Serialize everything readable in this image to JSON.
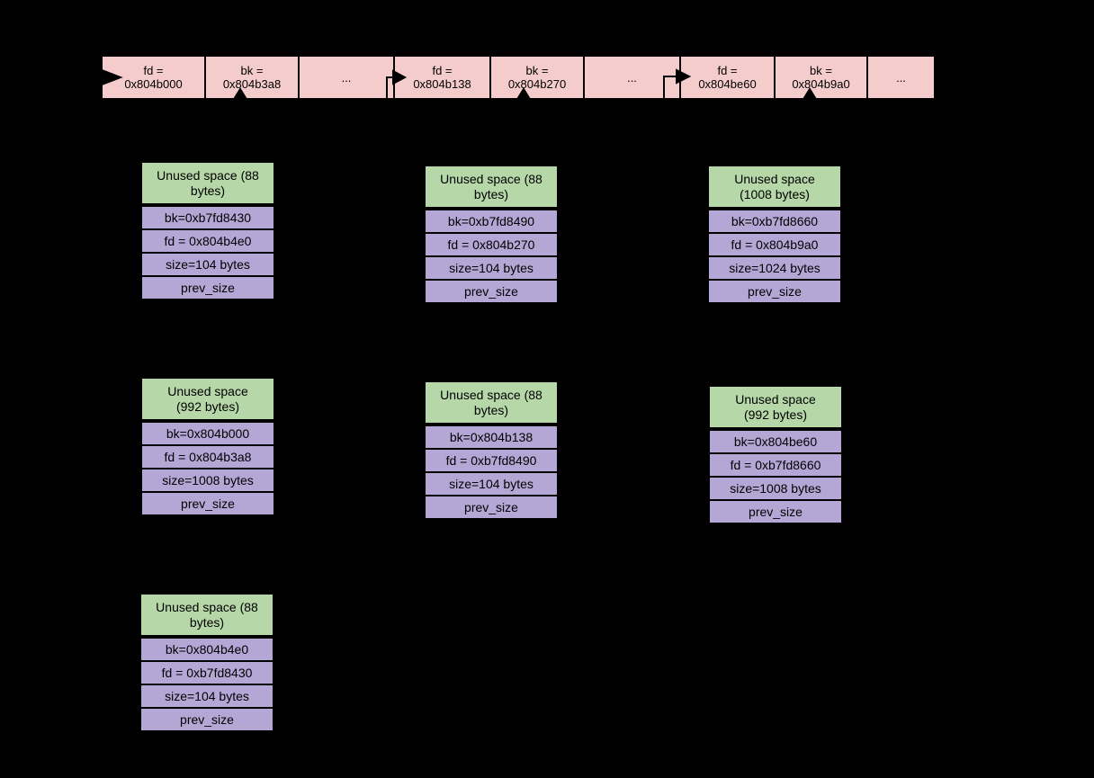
{
  "diagram": {
    "description": "Heap free-chunk doubly linked list diagram (bins with fd/bk pointers and free chunks)",
    "colors": {
      "background": "#000000",
      "bin_cell_fill": "#f4cccc",
      "unused_space_fill": "#b6d7a8",
      "field_fill": "#b4a7d6",
      "border": "#000000",
      "arrow": "#000000"
    },
    "bin_row": {
      "cells": [
        {
          "line1": "fd =",
          "line2": "0x804b000"
        },
        {
          "line1": "bk =",
          "line2": "0x804b3a8"
        },
        {
          "line1": "...",
          "line2": ""
        },
        {
          "line1": "fd =",
          "line2": "0x804b138"
        },
        {
          "line1": "bk =",
          "line2": "0x804b270"
        },
        {
          "line1": "...",
          "line2": ""
        },
        {
          "line1": "fd =",
          "line2": "0x804be60"
        },
        {
          "line1": "bk =",
          "line2": "0x804b9a0"
        },
        {
          "line1": "...",
          "line2": ""
        }
      ]
    },
    "chunks": [
      {
        "header": "Unused space (88\nbytes)",
        "fields": [
          "bk=0xb7fd8430",
          "fd = 0x804b4e0",
          "size=104 bytes",
          "prev_size"
        ]
      },
      {
        "header": "Unused space (88\nbytes)",
        "fields": [
          "bk=0xb7fd8490",
          "fd = 0x804b270",
          "size=104 bytes",
          "prev_size"
        ]
      },
      {
        "header": "Unused space\n(1008 bytes)",
        "fields": [
          "bk=0xb7fd8660",
          "fd = 0x804b9a0",
          "size=1024 bytes",
          "prev_size"
        ]
      },
      {
        "header": "Unused space\n(992 bytes)",
        "fields": [
          "bk=0x804b000",
          "fd = 0x804b3a8",
          "size=1008 bytes",
          "prev_size"
        ]
      },
      {
        "header": "Unused space (88\nbytes)",
        "fields": [
          "bk=0x804b138",
          "fd = 0xb7fd8490",
          "size=104 bytes",
          "prev_size"
        ]
      },
      {
        "header": "Unused space\n(992 bytes)",
        "fields": [
          "bk=0x804be60",
          "fd = 0xb7fd8660",
          "size=1008 bytes",
          "prev_size"
        ]
      },
      {
        "header": "Unused space (88\nbytes)",
        "fields": [
          "bk=0x804b4e0",
          "fd = 0xb7fd8430",
          "size=104 bytes",
          "prev_size"
        ]
      }
    ]
  }
}
